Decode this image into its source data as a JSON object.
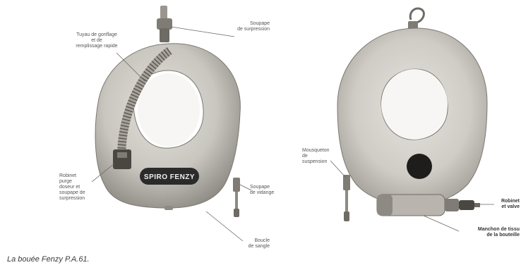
{
  "figure": {
    "caption": "La bouée Fenzy P.A.61.",
    "left_view": {
      "badge_text": "SPIRO FENZY",
      "callouts": {
        "inflation_tube": "Tuyau de gonflage\net de\nremplissage rapide",
        "top_valve": "Soupape\nde surpression",
        "purge_valve": "Robinet\npurge\ndoseur et\nsoupape de\nsurpression",
        "side_valve": "Soupape\nde vidange",
        "bottom_clip": "Boucle\nde sangle"
      }
    },
    "right_view": {
      "callouts": {
        "left_hook": "Mousqueton\nde\nsuspension",
        "right_valve": "Robinet\net valve",
        "bottle_sleeve": "Manchon de tissu\nde la bouteille"
      }
    },
    "colors": {
      "background": "#ffffff",
      "fabric": "#c9c6c0",
      "fabric_shadow": "#8d8a84",
      "badge": "#2b2b2b",
      "text": "#555555"
    }
  }
}
